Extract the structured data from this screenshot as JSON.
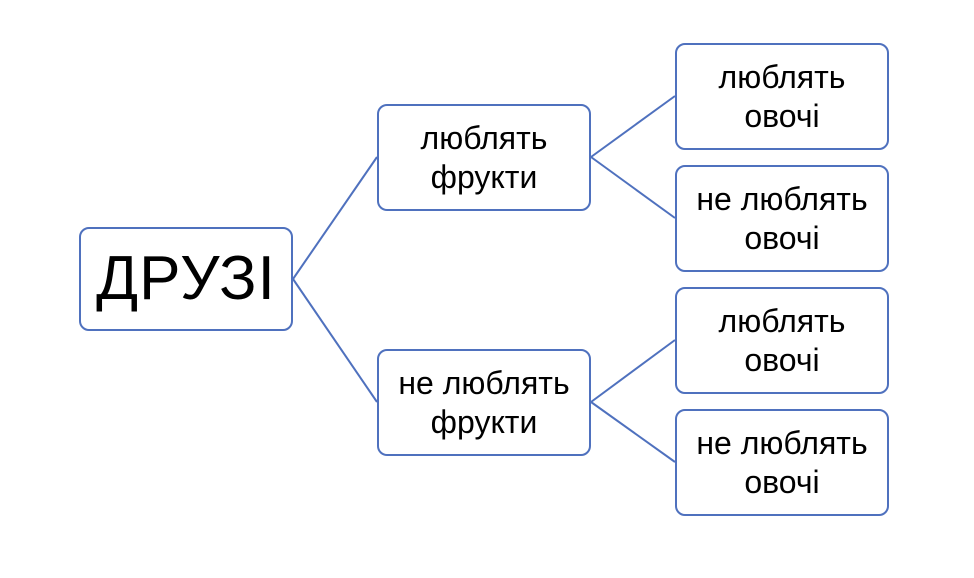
{
  "diagram": {
    "root": {
      "label": "ДРУЗІ"
    },
    "branches": [
      {
        "line1": "люблять",
        "line2": "фрукти",
        "leaves": [
          {
            "line1": "люблять",
            "line2": "овочі"
          },
          {
            "line1": "не люблять",
            "line2": "овочі"
          }
        ]
      },
      {
        "line1": "не люблять",
        "line2": "фрукти",
        "leaves": [
          {
            "line1": "люблять",
            "line2": "овочі"
          },
          {
            "line1": "не люблять",
            "line2": "овочі"
          }
        ]
      }
    ]
  },
  "colors": {
    "border": "#4f71be",
    "connector": "#4f71be",
    "text": "#000000",
    "background": "#ffffff"
  }
}
